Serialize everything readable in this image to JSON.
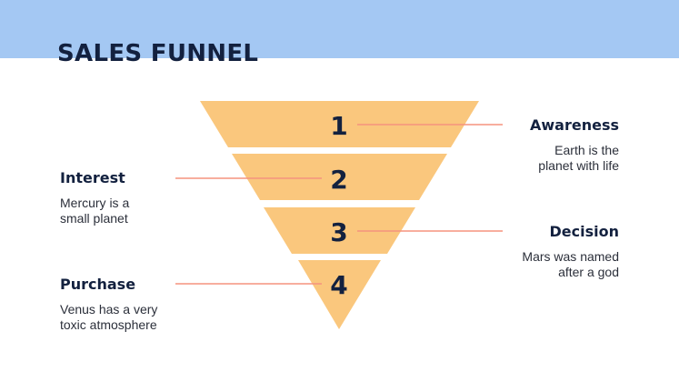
{
  "title": "SALES FUNNEL",
  "colors": {
    "band": "#a4c8f3",
    "funnel_fill": "#fac77d",
    "connector": "#f5937f",
    "text_dark": "#13213f"
  },
  "stages": [
    {
      "number": "1",
      "title": "Awareness",
      "description_lines": [
        "Earth is the",
        "planet with life"
      ]
    },
    {
      "number": "2",
      "title": "Interest",
      "description_lines": [
        "Mercury is a",
        "small planet"
      ]
    },
    {
      "number": "3",
      "title": "Decision",
      "description_lines": [
        "Mars was named",
        "after a god"
      ]
    },
    {
      "number": "4",
      "title": "Purchase",
      "description_lines": [
        "Venus has a very",
        "toxic atmosphere"
      ]
    }
  ]
}
